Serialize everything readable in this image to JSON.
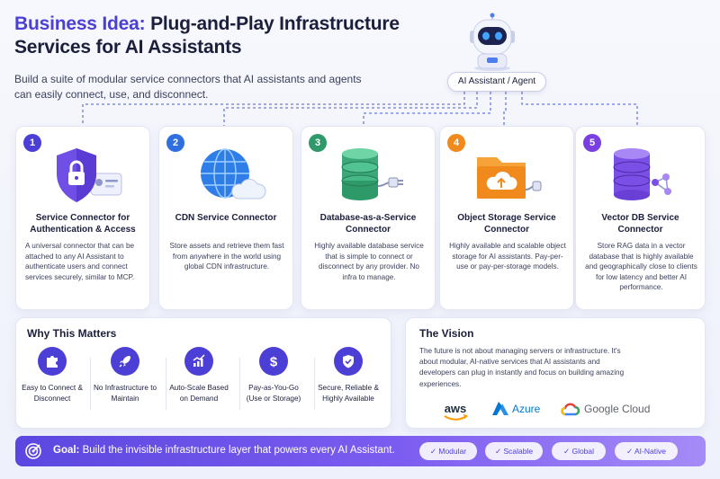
{
  "header": {
    "title_prefix": "Business Idea:",
    "title_main": "Plug-and-Play Infrastructure Services for AI Assistants",
    "subtitle": "Build a suite of modular service connectors that AI assistants and agents can easily connect, use, and disconnect."
  },
  "agent": {
    "label": "AI Assistant / Agent",
    "icon": "robot-icon"
  },
  "cards": [
    {
      "number": "1",
      "badge_color": "#4b3fd6",
      "icon": "shield-lock-icon",
      "title": "Service Connector for Authentication & Access",
      "body": "A universal connector that can be attached to any AI Assistant to authenticate users and connect services securely, similar to MCP."
    },
    {
      "number": "2",
      "badge_color": "#2f6fe0",
      "icon": "globe-cloud-icon",
      "title": "CDN Service Connector",
      "body": "Store assets and retrieve them fast from anywhere in the world using global CDN infrastructure."
    },
    {
      "number": "3",
      "badge_color": "#2e9a6a",
      "icon": "database-plug-icon",
      "title": "Database-as-a-Service Connector",
      "body": "Highly available database service that is simple to connect or disconnect by any provider. No infra to manage."
    },
    {
      "number": "4",
      "badge_color": "#f08a1c",
      "icon": "folder-upload-icon",
      "title": "Object Storage Service Connector",
      "body": "Highly available and scalable object storage for AI assistants. Pay-per-use or pay-per-storage models."
    },
    {
      "number": "5",
      "badge_color": "#7a3fe0",
      "icon": "vector-db-icon",
      "title": "Vector DB Service Connector",
      "body": "Store RAG data in a vector database that is highly available and geographically close to clients for low latency and better AI performance."
    }
  ],
  "why": {
    "title": "Why This Matters",
    "items": [
      {
        "icon": "puzzle-icon",
        "label": "Easy to Connect & Disconnect"
      },
      {
        "icon": "rocket-icon",
        "label": "No Infrastructure to Maintain"
      },
      {
        "icon": "chart-growth-icon",
        "label": "Auto-Scale Based on Demand"
      },
      {
        "icon": "dollar-icon",
        "label": "Pay-as-You-Go (Use or Storage)"
      },
      {
        "icon": "shield-check-icon",
        "label": "Secure, Reliable & Highly Available"
      }
    ]
  },
  "vision": {
    "title": "The Vision",
    "text": "The future is not about managing servers or infrastructure. It's about modular, AI-native services that AI assistants and developers can plug in instantly and focus on building amazing experiences.",
    "logos": [
      "aws",
      "Azure",
      "Google Cloud"
    ]
  },
  "goal": {
    "prefix": "Goal:",
    "text": "Build the invisible infrastructure layer that powers every AI Assistant.",
    "tags": [
      "Modular",
      "Scalable",
      "Global",
      "AI-Native"
    ]
  },
  "colors": {
    "accent": "#4b3fd6",
    "orange": "#f08a1c",
    "green": "#2e9a6a",
    "blue": "#2f6fe0",
    "purple": "#7a3fe0"
  }
}
